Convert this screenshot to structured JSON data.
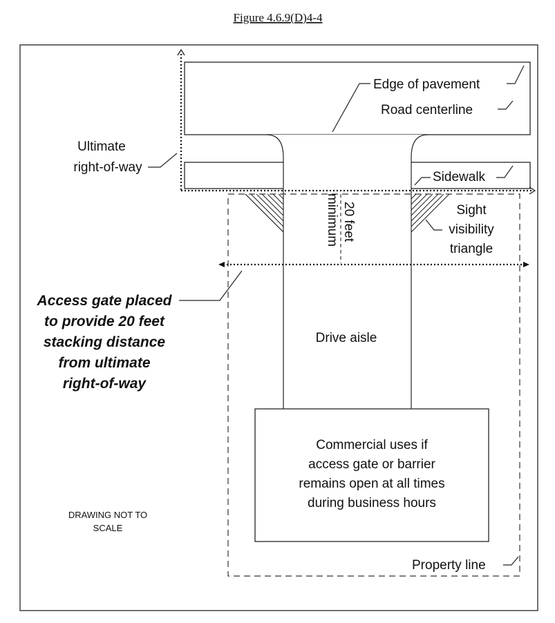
{
  "figure": {
    "title": "Figure 4.6.9(D)4-4"
  },
  "labels": {
    "edge_of_pavement": "Edge of pavement",
    "road_centerline": "Road centerline",
    "ultimate_row_line1": "Ultimate",
    "ultimate_row_line2": "right-of-way",
    "sidewalk": "Sidewalk",
    "setback_line1": "20 feet",
    "setback_line2": "minimum",
    "sight_line1": "Sight",
    "sight_line2": "visibility",
    "sight_line3": "triangle",
    "gate_line1": "Access gate placed",
    "gate_line2": "to provide 20 feet",
    "gate_line3": "stacking distance",
    "gate_line4": "from ultimate",
    "gate_line5": "right-of-way",
    "drive_aisle": "Drive aisle",
    "commercial_line1": "Commercial uses if",
    "commercial_line2": "access gate or barrier",
    "commercial_line3": "remains open at all times",
    "commercial_line4": "during business hours",
    "scale_line1": "DRAWING NOT TO",
    "scale_line2": "SCALE",
    "property_line": "Property line"
  }
}
